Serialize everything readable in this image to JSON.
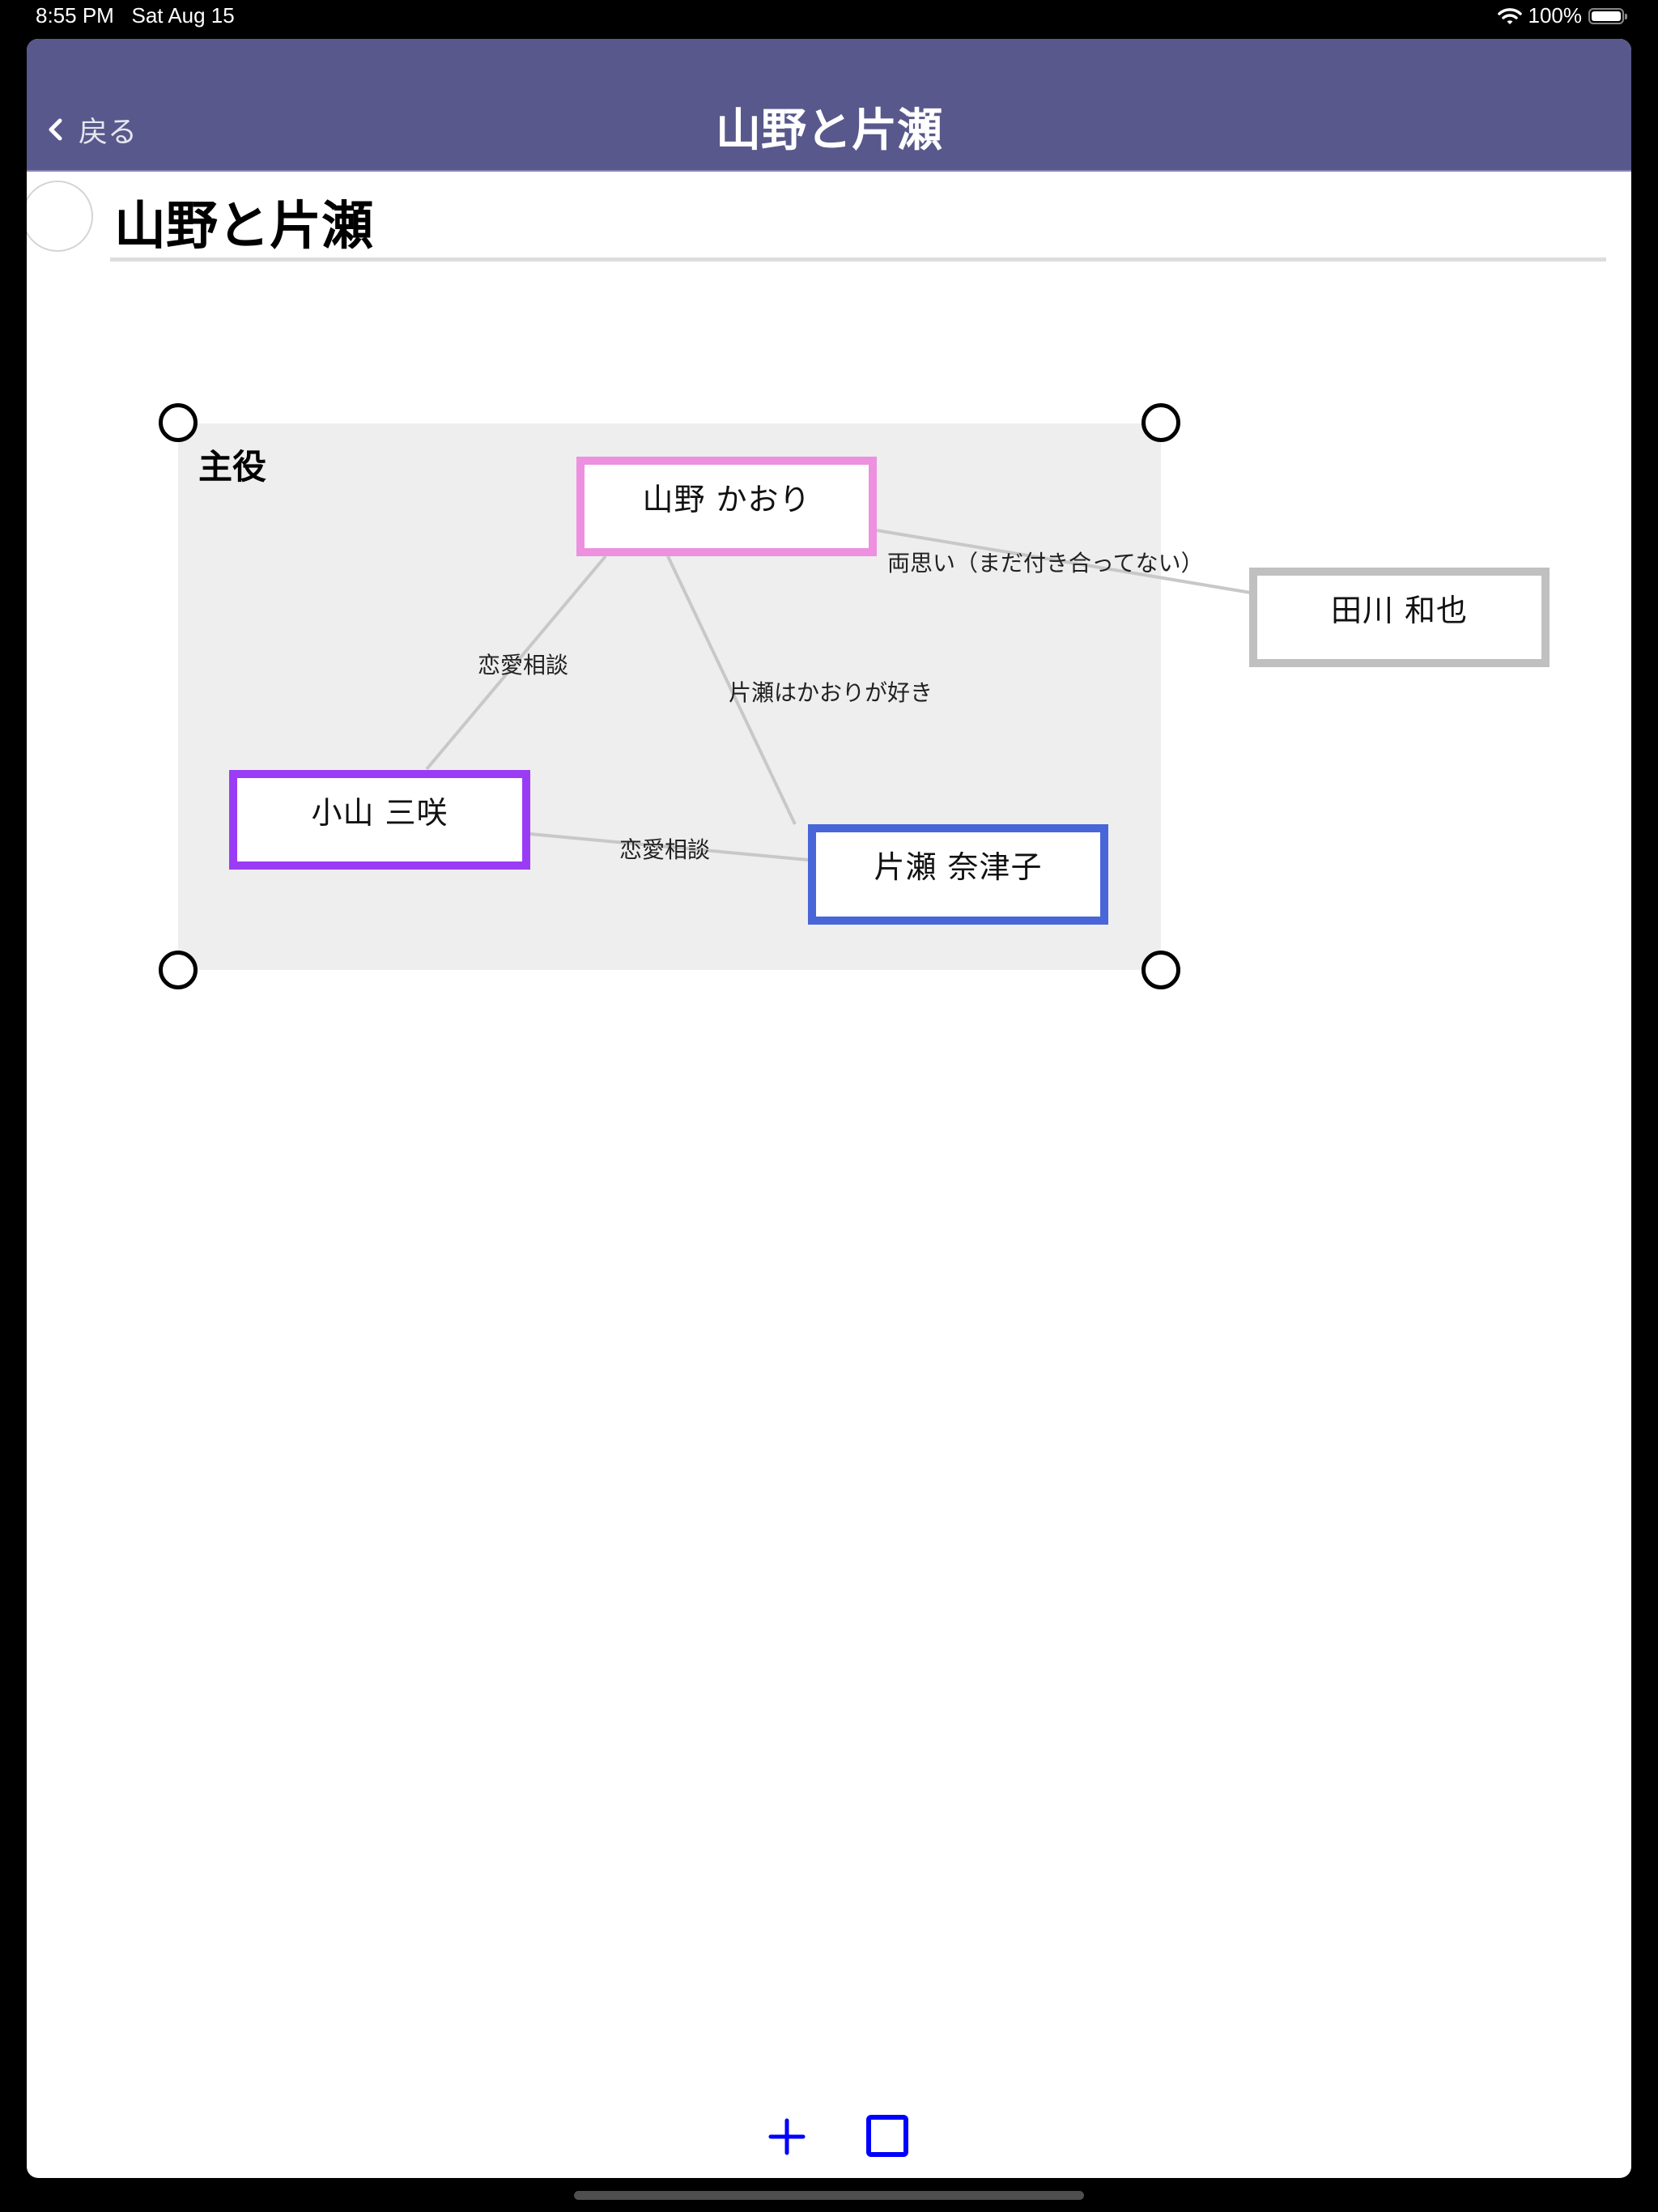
{
  "status_bar": {
    "time": "8:55 PM",
    "date": "Sat Aug 15",
    "battery": "100%",
    "icons": [
      "wifi-icon",
      "battery-icon"
    ]
  },
  "navbar": {
    "back_label": "戻る",
    "title": "山野と片瀬",
    "color": "#58588C"
  },
  "page": {
    "title": "山野と片瀬"
  },
  "diagram": {
    "group": {
      "label": "主役",
      "background": "#EEEEEE"
    },
    "nodes": [
      {
        "id": "yamano",
        "label": "山野 かおり",
        "border_color": "#EE90E0"
      },
      {
        "id": "koyama",
        "label": "小山 三咲",
        "border_color": "#9B3CF5"
      },
      {
        "id": "katase",
        "label": "片瀬 奈津子",
        "border_color": "#4866D8"
      },
      {
        "id": "tagawa",
        "label": "田川 和也",
        "border_color": "#C0C0C0"
      }
    ],
    "edges": [
      {
        "from": "yamano",
        "to": "koyama",
        "label": "恋愛相談"
      },
      {
        "from": "yamano",
        "to": "katase",
        "label": "片瀬はかおりが好き"
      },
      {
        "from": "koyama",
        "to": "katase",
        "label": "恋愛相談"
      },
      {
        "from": "yamano",
        "to": "tagawa",
        "label": "両思い（まだ付き合ってない）"
      }
    ],
    "edge_color": "#C8C8C8"
  },
  "toolbar": {
    "add_icon": "plus-icon",
    "shape_icon": "square-icon",
    "accent": "#0000FF"
  }
}
